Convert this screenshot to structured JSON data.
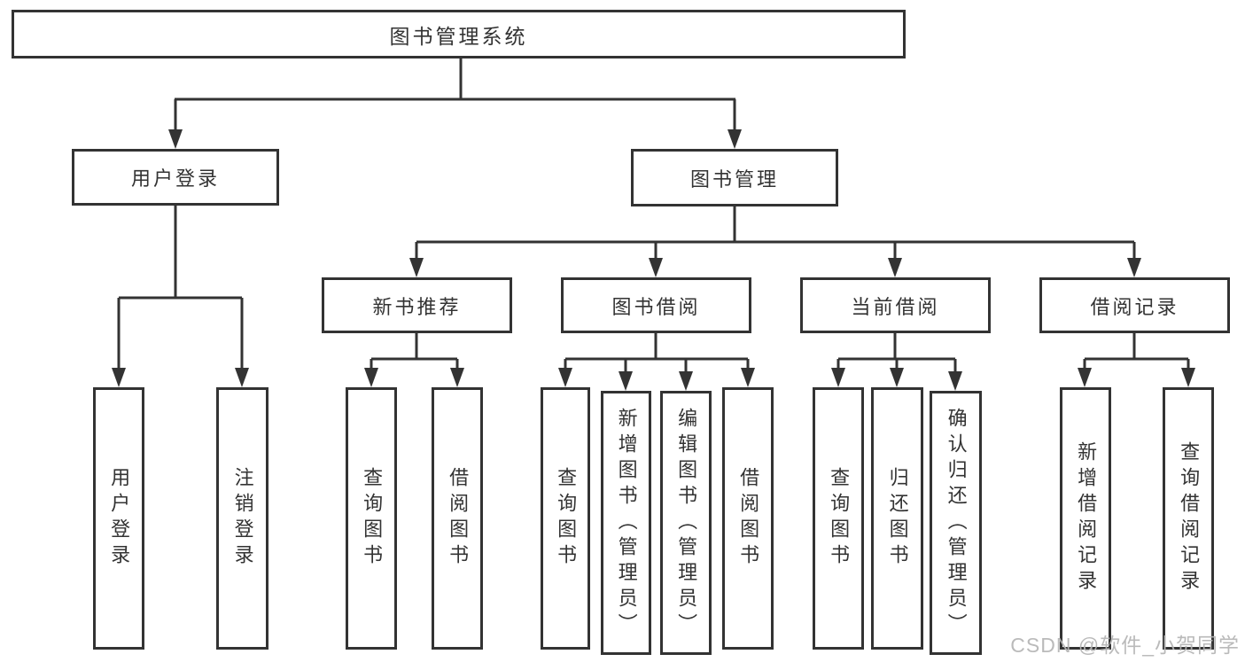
{
  "tree": {
    "root": {
      "label": "图书管理系统"
    },
    "branches": [
      {
        "label": "用户登录",
        "leaves": [
          {
            "label": "用户登录"
          },
          {
            "label": "注销登录"
          }
        ]
      },
      {
        "label": "图书管理",
        "groups": [
          {
            "label": "新书推荐",
            "leaves": [
              {
                "label": "查询图书"
              },
              {
                "label": "借阅图书"
              }
            ]
          },
          {
            "label": "图书借阅",
            "leaves": [
              {
                "label": "查询图书"
              },
              {
                "label": "新增图书（管理员）"
              },
              {
                "label": "编辑图书（管理员）"
              },
              {
                "label": "借阅图书"
              }
            ]
          },
          {
            "label": "当前借阅",
            "leaves": [
              {
                "label": "查询图书"
              },
              {
                "label": "归还图书"
              },
              {
                "label": "确认归还（管理员）"
              }
            ]
          },
          {
            "label": "借阅记录",
            "leaves": [
              {
                "label": "新增借阅记录"
              },
              {
                "label": "查询借阅记录"
              }
            ]
          }
        ]
      }
    ]
  },
  "watermark": {
    "text": "CSDN @软件_小贺同学"
  },
  "colors": {
    "line": "#333333",
    "text": "#333333",
    "box_background": "#ffffff",
    "watermark": "#b5b5b5",
    "background": "#ffffff"
  }
}
